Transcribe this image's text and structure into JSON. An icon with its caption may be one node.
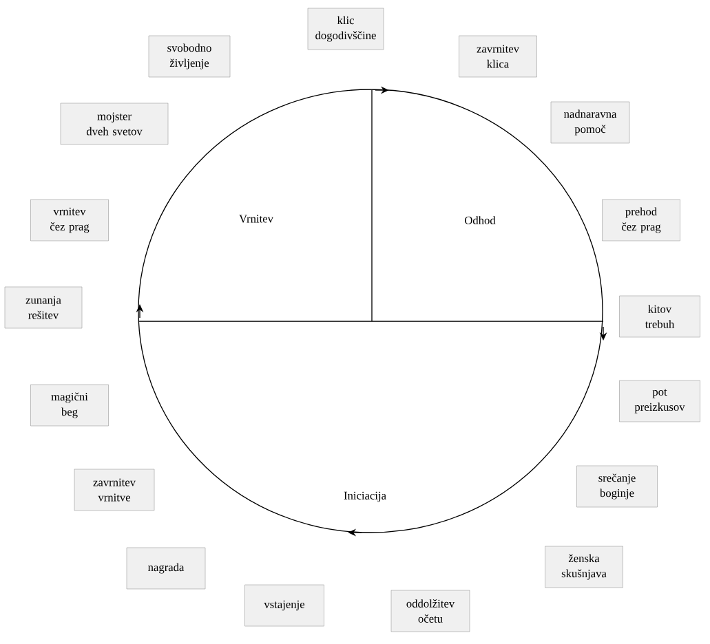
{
  "diagram": {
    "nodes": [
      {
        "text": [
          "klic dogodivščine"
        ]
      },
      {
        "text": [
          "zavrnitev klica"
        ]
      },
      {
        "text": [
          "nadnaravna pomoč"
        ]
      },
      {
        "text": [
          "prehod čez prag"
        ]
      },
      {
        "text": [
          "kitov trebuh"
        ]
      },
      {
        "text": [
          "pot preizkusov"
        ]
      },
      {
        "text": [
          "srečanje boginje"
        ]
      },
      {
        "text": [
          "ženska skušnjava"
        ]
      },
      {
        "text": [
          "oddolžitev očetu"
        ]
      },
      {
        "text": [
          "vstajenje"
        ]
      },
      {
        "text": [
          "nagrada"
        ]
      },
      {
        "text": [
          "zavrnitev vrnitve"
        ]
      },
      {
        "text": [
          "magični beg"
        ]
      },
      {
        "text": [
          "zunanja rešitev"
        ]
      },
      {
        "text": [
          "vrnitev čez prag"
        ]
      },
      {
        "text": [
          "mojster dveh svetov"
        ]
      },
      {
        "text": [
          "svobodno življenje"
        ]
      }
    ],
    "edges": [],
    "labels": [
      "Vrnitev",
      "Odhod",
      "Iniciacija"
    ]
  }
}
